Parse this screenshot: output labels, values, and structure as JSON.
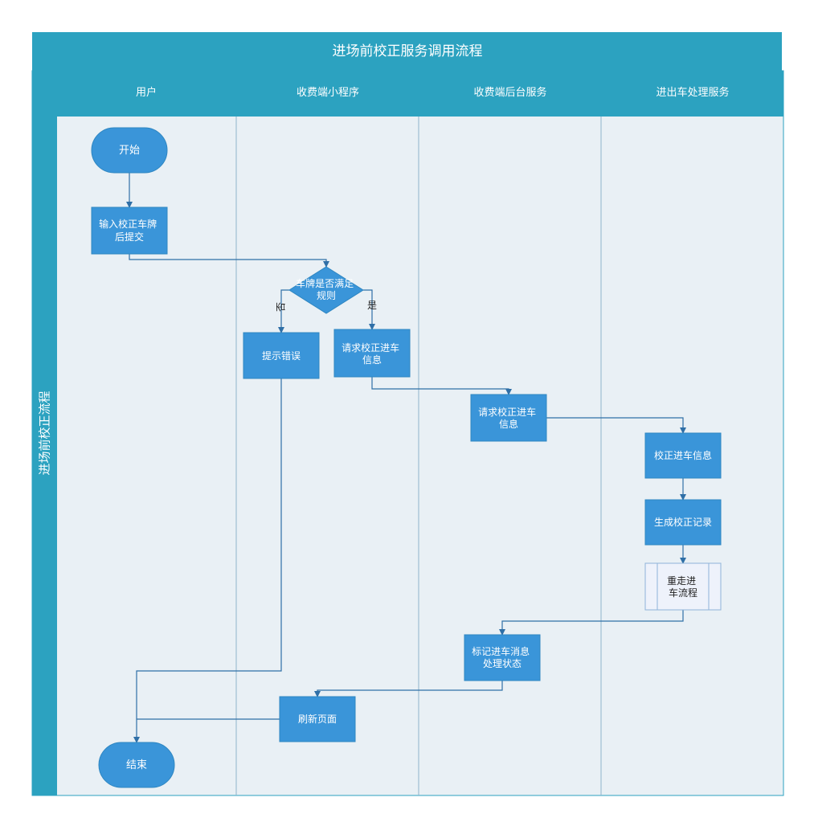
{
  "title": "进场前校正服务调用流程",
  "pool_label": "进场前校正流程",
  "lanes": [
    {
      "label": "用户"
    },
    {
      "label": "收费端小程序"
    },
    {
      "label": "收费端后台服务"
    },
    {
      "label": "进出车处理服务"
    }
  ],
  "nodes": {
    "start": {
      "lines": [
        "开始"
      ]
    },
    "input": {
      "lines": [
        "输入校正车牌",
        "后提交"
      ]
    },
    "decision": {
      "lines": [
        "车牌是否满足",
        "规则"
      ]
    },
    "error": {
      "lines": [
        "提示错误"
      ]
    },
    "req_mini": {
      "lines": [
        "请求校正进车",
        "信息"
      ]
    },
    "req_backend": {
      "lines": [
        "请求校正进车",
        "信息"
      ]
    },
    "correct": {
      "lines": [
        "校正进车信息"
      ]
    },
    "record": {
      "lines": [
        "生成校正记录"
      ]
    },
    "rerun": {
      "lines": [
        "重走进",
        "车流程"
      ]
    },
    "mark": {
      "lines": [
        "标记进车消息",
        "处理状态"
      ]
    },
    "refresh": {
      "lines": [
        "刷新页面"
      ]
    },
    "end": {
      "lines": [
        "结束"
      ]
    }
  },
  "edge_labels": {
    "no": "否",
    "yes": "是"
  },
  "colors": {
    "header": "#2ca2c0",
    "lane_bg": "#e9f0f5",
    "node": "#3a95d9",
    "node_stroke": "#2e86c1",
    "subprocess_bg": "#eef2fb",
    "edge": "#2f6fa7"
  }
}
